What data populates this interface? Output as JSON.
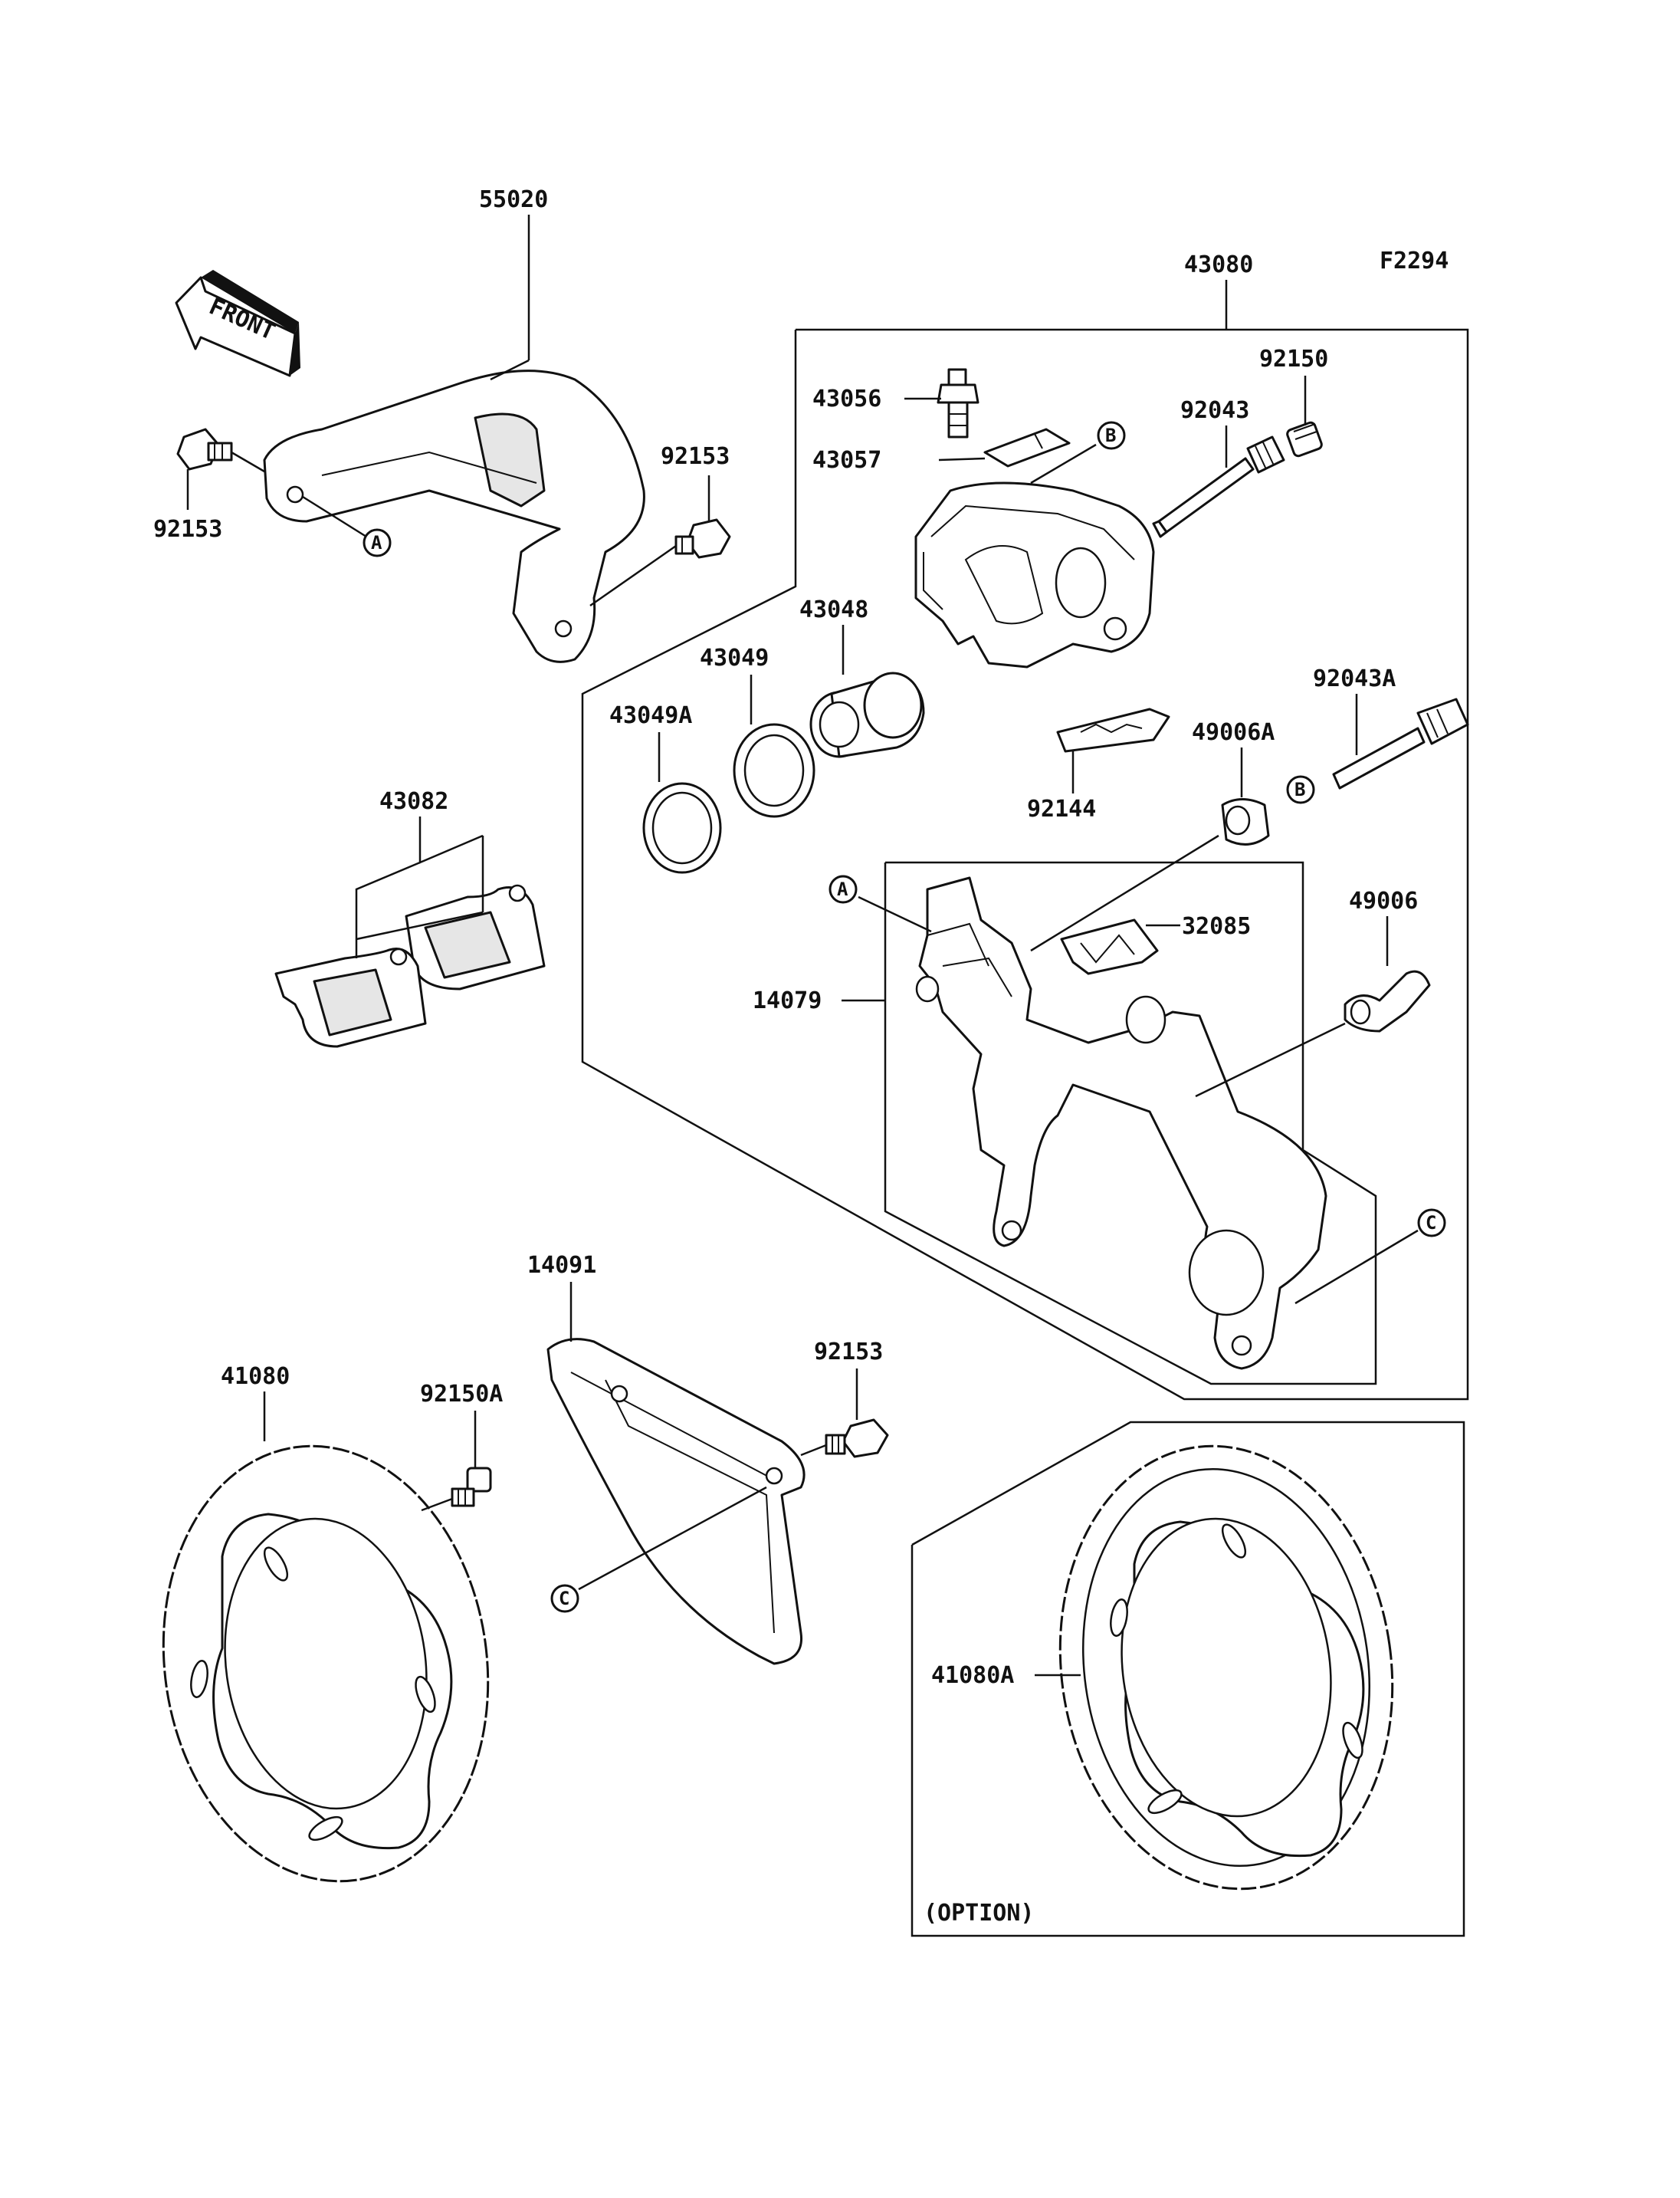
{
  "diagram_code": "F2294",
  "front_label": "FRONT",
  "option_label": "(OPTION)",
  "ref_marks": {
    "a": "A",
    "b": "B",
    "c": "C"
  },
  "parts": {
    "caliper_assy": "43080",
    "caliper_guard": "55020",
    "guard_bolt_left": "92153",
    "guard_bolt_right": "92153",
    "bleed_valve": "43056",
    "pad_spring_plate": "43057",
    "boot_top": "92150",
    "pin_top": "92043",
    "piston": "43048",
    "piston_seal": "43049",
    "dust_seal": "43049A",
    "pin_bottom": "92043A",
    "boot_bottom": "49006A",
    "pad_spring": "92144",
    "pad_set": "43082",
    "bracket_spring": "32085",
    "boot_bracket": "49006",
    "caliper_bracket": "14079",
    "disc_guard": "14091",
    "disc_guard_bolt": "92153",
    "brake_disc": "41080",
    "disc_bolt": "92150A",
    "optional_disc": "41080A"
  }
}
